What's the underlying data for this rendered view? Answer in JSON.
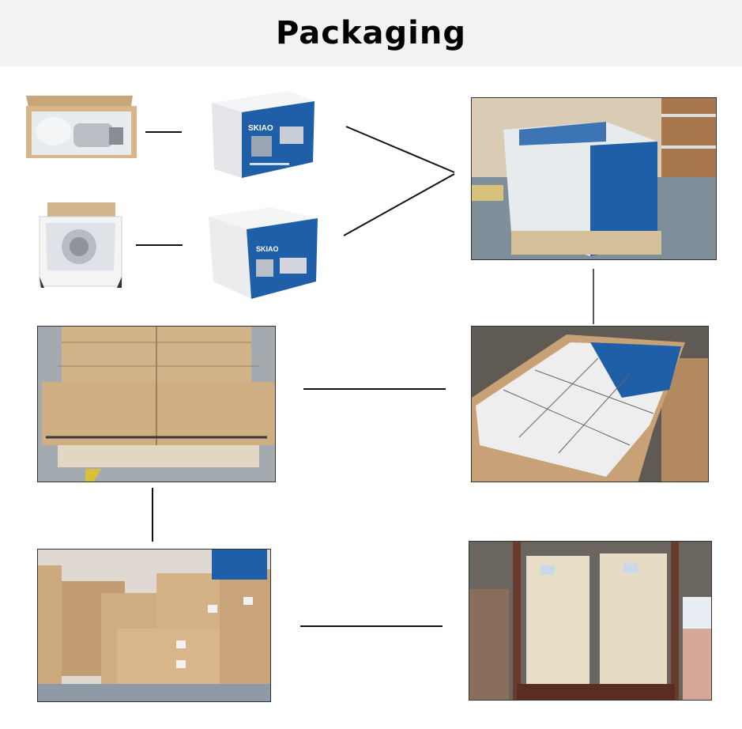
{
  "header": {
    "title": "Packaging"
  },
  "photos": [
    {
      "id": "open-box-starter",
      "description": "Open kraft box with wrapped starter motor"
    },
    {
      "id": "color-box-starter",
      "description": "Blue and white branded retail box"
    },
    {
      "id": "open-box-alternator",
      "description": "Open white box with wrapped alternator"
    },
    {
      "id": "color-box-alternator",
      "description": "Blue and white branded retail box"
    },
    {
      "id": "pallet-color-boxes",
      "description": "Color boxes stacked on wooden pallet"
    },
    {
      "id": "master-carton-filled",
      "description": "Master carton filled with color boxes"
    },
    {
      "id": "palletized-cartons",
      "description": "Kraft cartons on pallet"
    },
    {
      "id": "warehouse-stock",
      "description": "Warehouse with stacked cartons"
    },
    {
      "id": "container-loading",
      "description": "Wrapped pallets loaded into container"
    }
  ],
  "colors": {
    "header_bg": "#f2f2f0",
    "brand_blue": "#1f5fa8",
    "kraft": "#d9b98b",
    "line": "#111111"
  }
}
